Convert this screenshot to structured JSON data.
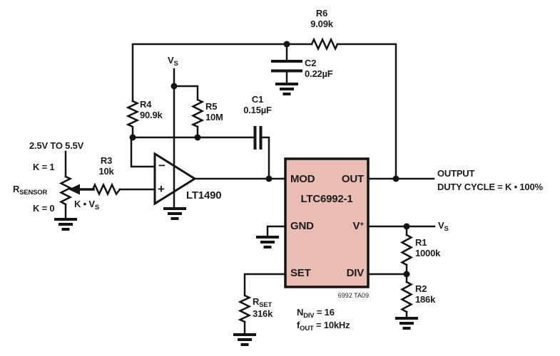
{
  "schematic": {
    "source_pot": {
      "range": "2.5V TO 5.5V",
      "k1": "K = 1",
      "k0": "K = 0",
      "name_main": "R",
      "name_sub": "SENSOR",
      "wiper_main": "K • V",
      "wiper_sub": "S"
    },
    "r3": {
      "name": "R3",
      "value": "10k"
    },
    "opamp": {
      "part": "LT1490",
      "minus": "−",
      "plus": "+"
    },
    "vs_top": {
      "main": "V",
      "sub": "S"
    },
    "r4": {
      "name": "R4",
      "value": "90.9k"
    },
    "r5": {
      "name": "R5",
      "value": "10M"
    },
    "c1": {
      "name": "C1",
      "value": "0.15µF"
    },
    "c2": {
      "name": "C2",
      "value": "0.22µF"
    },
    "r6": {
      "name": "R6",
      "value": "9.09k"
    },
    "ic": {
      "part": "LTC6992-1",
      "pin_mod": "MOD",
      "pin_out": "OUT",
      "pin_gnd": "GND",
      "pin_vplus_main": "V",
      "pin_vplus_sup": "+",
      "pin_set": "SET",
      "pin_div": "DIV",
      "tag": "6992 TA09"
    },
    "output": {
      "line1": "OUTPUT",
      "line2": "DUTY CYCLE = K • 100%"
    },
    "vs_right": {
      "main": "V",
      "sub": "S"
    },
    "r1": {
      "name": "R1",
      "value": "1000k"
    },
    "r2": {
      "name": "R2",
      "value": "186k"
    },
    "rset": {
      "name_main": "R",
      "name_sub": "SET",
      "value": "316k"
    },
    "notes": {
      "ndiv_main": "N",
      "ndiv_sub": "DIV",
      "ndiv_rest": " = 16",
      "fout_main": "f",
      "fout_sub": "OUT",
      "fout_rest": " = 10kHz"
    }
  },
  "colors": {
    "wire": "#141414",
    "ic_fill": "#e9bcb4",
    "ic_border": "#141414",
    "background": "#ffffff",
    "text": "#1c1c1c"
  }
}
